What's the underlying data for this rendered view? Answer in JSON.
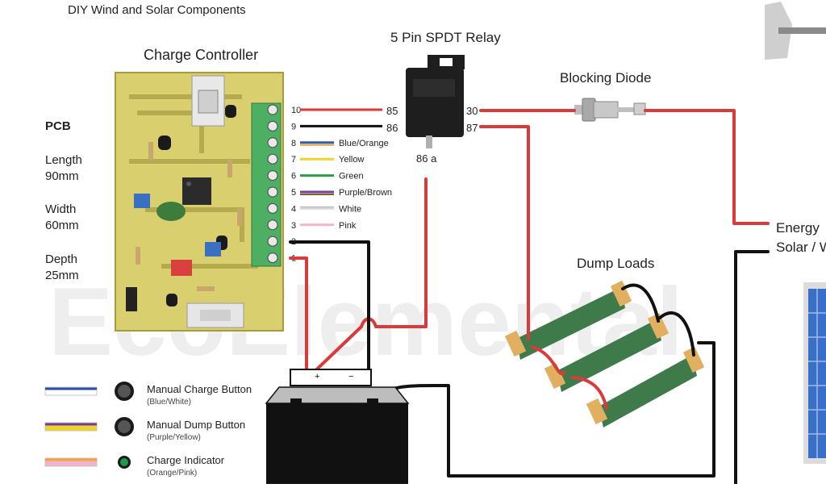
{
  "page_title": "DIY Wind and Solar Components",
  "watermark": "EcoElemental",
  "controller": {
    "title": "Charge Controller",
    "terminals": [
      {
        "num": "10",
        "color": "#d93a3a"
      },
      {
        "num": "9",
        "color": "#111111"
      },
      {
        "num": "8",
        "color": "#2b5fb8",
        "label": "Blue/Orange",
        "stripe": "#f2a33a"
      },
      {
        "num": "7",
        "color": "#f0d22c",
        "label": "Yellow"
      },
      {
        "num": "6",
        "color": "#2e9a4a",
        "label": "Green"
      },
      {
        "num": "5",
        "color": "#6f3fa0",
        "label": "Purple/Brown",
        "stripe": "#8b5a2b"
      },
      {
        "num": "4",
        "color": "#d9d9d9",
        "label": "White"
      },
      {
        "num": "3",
        "color": "#f3b3cf",
        "label": "Pink"
      },
      {
        "num": "2",
        "color": "#111111"
      },
      {
        "num": "1",
        "color": "#d93a3a"
      }
    ]
  },
  "pcb": {
    "heading": "PCB",
    "length_label": "Length",
    "length_value": "90mm",
    "width_label": "Width",
    "width_value": "60mm",
    "depth_label": "Depth",
    "depth_value": "25mm"
  },
  "relay": {
    "title": "5 Pin SPDT Relay",
    "pins": {
      "p85": "85",
      "p86": "86",
      "p30": "30",
      "p87": "87",
      "p86a": "86 a"
    }
  },
  "diode": {
    "title": "Blocking Diode"
  },
  "dump_loads": {
    "title": "Dump Loads"
  },
  "energy": {
    "line1": "Energy",
    "line2": "Solar / W"
  },
  "battery": {
    "plus": "+",
    "minus": "−"
  },
  "legend": [
    {
      "label": "Manual Charge Button",
      "sub": "(Blue/White)",
      "c1": "#2b4fa8",
      "c2": "#ffffff",
      "button": "#333333"
    },
    {
      "label": "Manual Dump Button",
      "sub": "(Purple/Yellow)",
      "c1": "#6f3fa0",
      "c2": "#f0d22c",
      "button": "#333333"
    },
    {
      "label": "Charge Indicator",
      "sub": "(Orange/Pink)",
      "c1": "#f2a33a",
      "c2": "#f3b3cf",
      "button": "#1e9a4a"
    }
  ],
  "colors": {
    "wire_red": "#d93a3a",
    "wire_black": "#111111",
    "pcb_board": "#d9cf6e",
    "terminal_green": "#4caf62",
    "resistor_green": "#3f7a4a"
  }
}
